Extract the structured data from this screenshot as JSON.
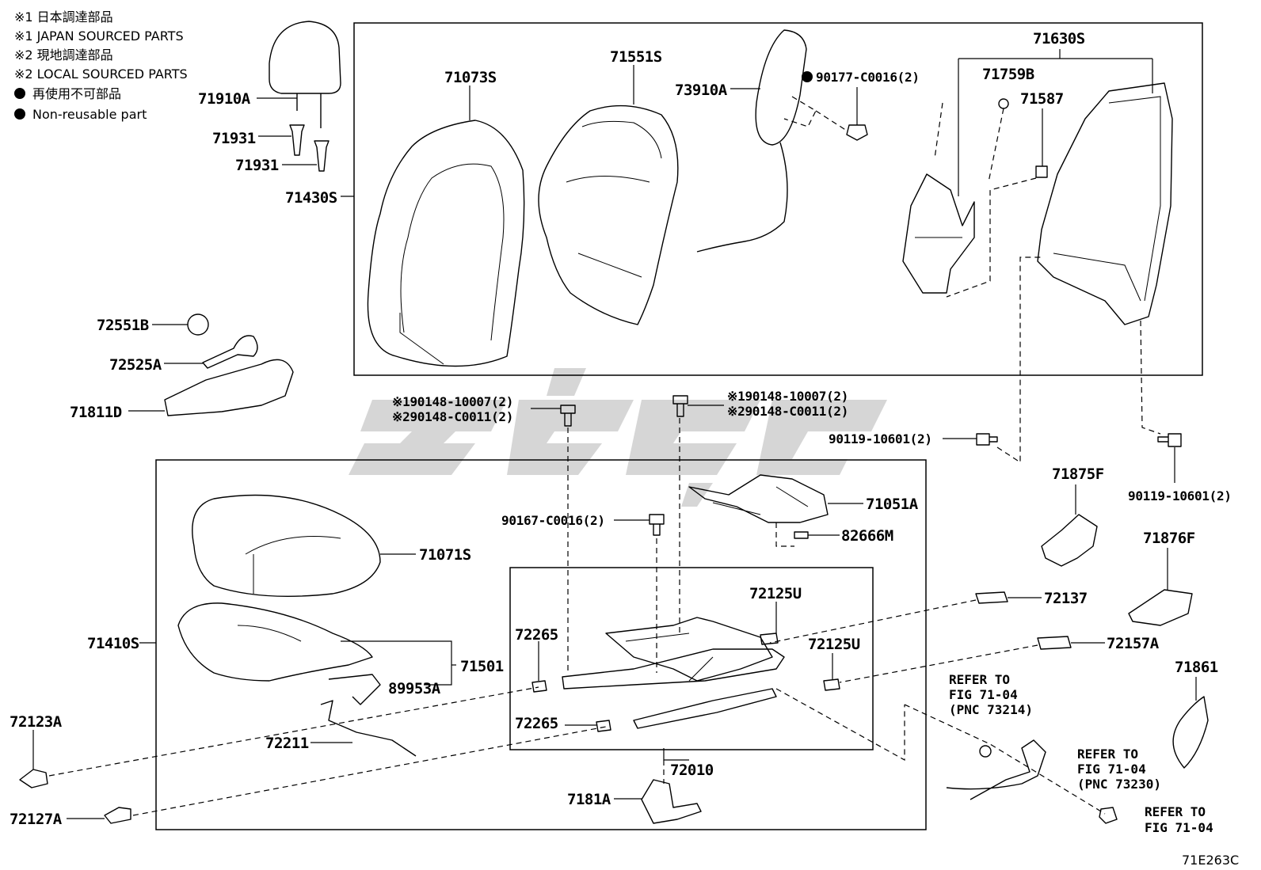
{
  "legend": {
    "lines": [
      "※1 日本調達部品",
      "※1 JAPAN SOURCED PARTS",
      "※2 現地調達部品",
      "※2 LOCAL SOURCED PARTS",
      "再使用不可部品",
      "Non-reusable part"
    ]
  },
  "parts": {
    "p71910A": "71910A",
    "p71931a": "71931",
    "p71931b": "71931",
    "p71430S": "71430S",
    "p71073S": "71073S",
    "p71551S": "71551S",
    "p73910A": "73910A",
    "p90177": "90177-C0016(2)",
    "p71630S": "71630S",
    "p71759B": "71759B",
    "p71587": "71587",
    "p72551B": "72551B",
    "p72525A": "72525A",
    "p71811D": "71811D",
    "p90148a1": "※190148-10007(2)",
    "p90148a2": "※290148-C0011(2)",
    "p90148b1": "※190148-10007(2)",
    "p90148b2": "※290148-C0011(2)",
    "p90119a": "90119-10601(2)",
    "p90119b": "90119-10601(2)",
    "p71875F": "71875F",
    "p71876F": "71876F",
    "p90167": "90167-C0016(2)",
    "p71051A": "71051A",
    "p82666M": "82666M",
    "p71071S": "71071S",
    "p72125U_a": "72125U",
    "p72125U_b": "72125U",
    "p72137": "72137",
    "p72157A": "72157A",
    "p72265a": "72265",
    "p72265b": "72265",
    "p71410S": "71410S",
    "p71501": "71501",
    "p89953A": "89953A",
    "p72123A": "72123A",
    "p72211": "72211",
    "p72010": "72010",
    "p7181A": "7181A",
    "p72127A": "72127A",
    "p71861": "71861"
  },
  "refs": {
    "r1": [
      "REFER TO",
      "FIG 71-04",
      "(PNC 73214)"
    ],
    "r2": [
      "REFER TO",
      "FIG 71-04",
      "(PNC 73230)"
    ],
    "r3": [
      "REFER TO",
      "FIG 71-04"
    ]
  },
  "figure_id": "71E263C"
}
